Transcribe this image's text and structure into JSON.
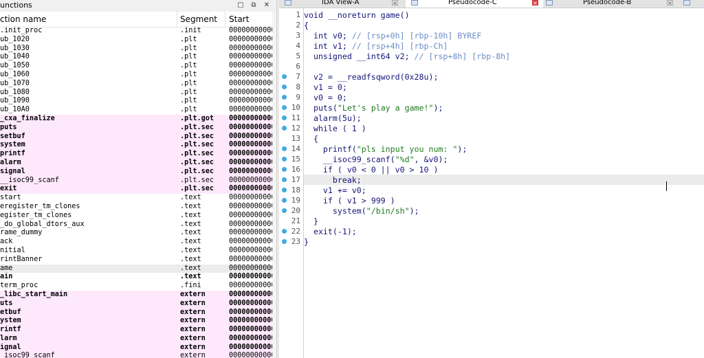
{
  "functions_panel": {
    "title": "unctions",
    "columns": {
      "name": "ction name",
      "segment": "Segment",
      "start": "Start"
    },
    "rows": [
      {
        "name": ".init_proc",
        "segment": ".init",
        "start": "000000000000",
        "style": "normal"
      },
      {
        "name": "ub_1020",
        "segment": ".plt",
        "start": "000000000000",
        "style": "normal"
      },
      {
        "name": "ub_1030",
        "segment": ".plt",
        "start": "000000000000",
        "style": "normal"
      },
      {
        "name": "ub_1040",
        "segment": ".plt",
        "start": "000000000000",
        "style": "normal"
      },
      {
        "name": "ub_1050",
        "segment": ".plt",
        "start": "000000000000",
        "style": "normal"
      },
      {
        "name": "ub_1060",
        "segment": ".plt",
        "start": "000000000000",
        "style": "normal"
      },
      {
        "name": "ub_1070",
        "segment": ".plt",
        "start": "000000000000",
        "style": "normal"
      },
      {
        "name": "ub_1080",
        "segment": ".plt",
        "start": "000000000000",
        "style": "normal"
      },
      {
        "name": "ub_1090",
        "segment": ".plt",
        "start": "000000000000",
        "style": "normal"
      },
      {
        "name": "ub_10A0",
        "segment": ".plt",
        "start": "000000000000",
        "style": "normal"
      },
      {
        "name": "_cxa_finalize",
        "segment": ".plt.got",
        "start": "000000000000",
        "style": "pink-bold"
      },
      {
        "name": "puts",
        "segment": ".plt.sec",
        "start": "000000000000",
        "style": "pink-bold"
      },
      {
        "name": "setbuf",
        "segment": ".plt.sec",
        "start": "000000000000",
        "style": "pink-bold"
      },
      {
        "name": "system",
        "segment": ".plt.sec",
        "start": "000000000000",
        "style": "pink-bold"
      },
      {
        "name": "printf",
        "segment": ".plt.sec",
        "start": "000000000000",
        "style": "pink-bold"
      },
      {
        "name": "alarm",
        "segment": ".plt.sec",
        "start": "000000000000",
        "style": "pink-bold"
      },
      {
        "name": "signal",
        "segment": ".plt.sec",
        "start": "000000000000",
        "style": "pink-bold"
      },
      {
        "name": "__isoc99_scanf",
        "segment": ".plt.sec",
        "start": "000000000000",
        "style": "pink"
      },
      {
        "name": "exit",
        "segment": ".plt.sec",
        "start": "000000000000",
        "style": "pink-bold"
      },
      {
        "name": "start",
        "segment": ".text",
        "start": "000000000000",
        "style": "normal"
      },
      {
        "name": "eregister_tm_clones",
        "segment": ".text",
        "start": "000000000000",
        "style": "normal"
      },
      {
        "name": "egister_tm_clones",
        "segment": ".text",
        "start": "000000000000",
        "style": "normal"
      },
      {
        "name": "_do_global_dtors_aux",
        "segment": ".text",
        "start": "000000000000",
        "style": "normal"
      },
      {
        "name": "rame_dummy",
        "segment": ".text",
        "start": "000000000000",
        "style": "normal"
      },
      {
        "name": "ack",
        "segment": ".text",
        "start": "000000000000",
        "style": "normal"
      },
      {
        "name": "nitial",
        "segment": ".text",
        "start": "000000000000",
        "style": "normal"
      },
      {
        "name": "rintBanner",
        "segment": ".text",
        "start": "000000000000",
        "style": "normal"
      },
      {
        "name": "ame",
        "segment": ".text",
        "start": "000000000000",
        "style": "selected"
      },
      {
        "name": "ain",
        "segment": ".text",
        "start": "000000000000",
        "style": "bold"
      },
      {
        "name": "term_proc",
        "segment": ".fini",
        "start": "000000000000",
        "style": "normal"
      },
      {
        "name": "_libc_start_main",
        "segment": "extern",
        "start": "000000000000",
        "style": "pink-bold"
      },
      {
        "name": "uts",
        "segment": "extern",
        "start": "000000000000",
        "style": "pink-bold"
      },
      {
        "name": "etbuf",
        "segment": "extern",
        "start": "000000000000",
        "style": "pink-bold"
      },
      {
        "name": "ystem",
        "segment": "extern",
        "start": "000000000000",
        "style": "pink-bold"
      },
      {
        "name": "rintf",
        "segment": "extern",
        "start": "000000000000",
        "style": "pink-bold"
      },
      {
        "name": "larm",
        "segment": "extern",
        "start": "000000000000",
        "style": "pink-bold"
      },
      {
        "name": "ignal",
        "segment": "extern",
        "start": "000000000000",
        "style": "pink-bold"
      },
      {
        "name": "_isoc99_scanf",
        "segment": "extern",
        "start": "000000000000",
        "style": "pink"
      }
    ]
  },
  "tabs": [
    {
      "label": "IDA View-A",
      "close_style": "normal",
      "active": false
    },
    {
      "label": "Pseudocode-C",
      "close_style": "red",
      "active": true
    },
    {
      "label": "Pseudocode-B",
      "close_style": "normal",
      "active": false
    }
  ],
  "code": {
    "current_line": 17,
    "lines": [
      {
        "num": "1",
        "bp": false,
        "parts": [
          [
            "code",
            "void __noreturn game()"
          ]
        ]
      },
      {
        "num": "2",
        "bp": false,
        "parts": [
          [
            "code",
            "{"
          ]
        ]
      },
      {
        "num": "3",
        "bp": false,
        "parts": [
          [
            "code",
            "  int v0; "
          ],
          [
            "com",
            "// [rsp+0h] [rbp-10h] BYREF"
          ]
        ]
      },
      {
        "num": "4",
        "bp": false,
        "parts": [
          [
            "code",
            "  int v1; "
          ],
          [
            "com",
            "// [rsp+4h] [rbp-Ch]"
          ]
        ]
      },
      {
        "num": "5",
        "bp": false,
        "parts": [
          [
            "code",
            "  unsigned __int64 v2; "
          ],
          [
            "com",
            "// [rsp+8h] [rbp-8h]"
          ]
        ]
      },
      {
        "num": "6",
        "bp": false,
        "parts": [
          [
            "code",
            ""
          ]
        ]
      },
      {
        "num": "7",
        "bp": true,
        "parts": [
          [
            "code",
            "  v2 = __readfsqword(0x28u);"
          ]
        ]
      },
      {
        "num": "8",
        "bp": true,
        "parts": [
          [
            "code",
            "  v1 = 0;"
          ]
        ]
      },
      {
        "num": "9",
        "bp": true,
        "parts": [
          [
            "code",
            "  v0 = 0;"
          ]
        ]
      },
      {
        "num": "10",
        "bp": true,
        "parts": [
          [
            "code",
            "  puts("
          ],
          [
            "str",
            "\"Let's play a game!\""
          ],
          [
            "code",
            ");"
          ]
        ]
      },
      {
        "num": "11",
        "bp": true,
        "parts": [
          [
            "code",
            "  alarm(5u);"
          ]
        ]
      },
      {
        "num": "12",
        "bp": true,
        "parts": [
          [
            "code",
            "  while ( 1 )"
          ]
        ]
      },
      {
        "num": "13",
        "bp": false,
        "parts": [
          [
            "code",
            "  {"
          ]
        ]
      },
      {
        "num": "14",
        "bp": true,
        "parts": [
          [
            "code",
            "    printf("
          ],
          [
            "str",
            "\"pls input you num: \""
          ],
          [
            "code",
            ");"
          ]
        ]
      },
      {
        "num": "15",
        "bp": true,
        "parts": [
          [
            "code",
            "    __isoc99_scanf("
          ],
          [
            "str",
            "\"%d\""
          ],
          [
            "code",
            ", &v0);"
          ]
        ]
      },
      {
        "num": "16",
        "bp": true,
        "parts": [
          [
            "code",
            "    if ( v0 < 0 || v0 > 10 )"
          ]
        ]
      },
      {
        "num": "17",
        "bp": true,
        "parts": [
          [
            "code",
            "      break;"
          ]
        ]
      },
      {
        "num": "18",
        "bp": true,
        "parts": [
          [
            "code",
            "    v1 += v0;"
          ]
        ]
      },
      {
        "num": "19",
        "bp": true,
        "parts": [
          [
            "code",
            "    if ( v1 > 999 )"
          ]
        ]
      },
      {
        "num": "20",
        "bp": true,
        "parts": [
          [
            "code",
            "      system("
          ],
          [
            "str",
            "\"/bin/sh\""
          ],
          [
            "code",
            ");"
          ]
        ]
      },
      {
        "num": "21",
        "bp": false,
        "parts": [
          [
            "code",
            "  }"
          ]
        ]
      },
      {
        "num": "22",
        "bp": true,
        "parts": [
          [
            "code",
            "  exit(-1);"
          ]
        ]
      },
      {
        "num": "23",
        "bp": true,
        "parts": [
          [
            "code",
            "}"
          ]
        ]
      }
    ]
  },
  "colors": {
    "breakpoint": "#3fa9e8",
    "import_row": "#fde9fb",
    "selected_row": "#ececec",
    "close_red": "#e0484f"
  }
}
